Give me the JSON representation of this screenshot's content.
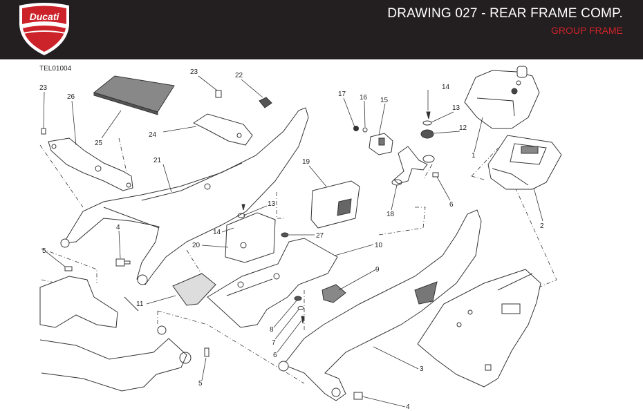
{
  "header": {
    "brand_logo_text": "Ducati",
    "title": "DRAWING 027 - REAR FRAME COMP.",
    "subtitle": "GROUP FRAME"
  },
  "diagram": {
    "drawing_code": "TEL01004",
    "callouts": [
      {
        "id": "c23a",
        "label": "23"
      },
      {
        "id": "c26",
        "label": "26"
      },
      {
        "id": "c25",
        "label": "25"
      },
      {
        "id": "c23b",
        "label": "23"
      },
      {
        "id": "c22",
        "label": "22"
      },
      {
        "id": "c24",
        "label": "24"
      },
      {
        "id": "c21",
        "label": "21"
      },
      {
        "id": "c17",
        "label": "17"
      },
      {
        "id": "c16",
        "label": "16"
      },
      {
        "id": "c15",
        "label": "15"
      },
      {
        "id": "c14a",
        "label": "14"
      },
      {
        "id": "c13a",
        "label": "13"
      },
      {
        "id": "c12",
        "label": "12"
      },
      {
        "id": "c1",
        "label": "1"
      },
      {
        "id": "c19",
        "label": "19"
      },
      {
        "id": "c18",
        "label": "18"
      },
      {
        "id": "c6a",
        "label": "6"
      },
      {
        "id": "c2",
        "label": "2"
      },
      {
        "id": "c13b",
        "label": "13"
      },
      {
        "id": "c14b",
        "label": "14"
      },
      {
        "id": "c20",
        "label": "20"
      },
      {
        "id": "c27",
        "label": "27"
      },
      {
        "id": "c10",
        "label": "10"
      },
      {
        "id": "c4a",
        "label": "4"
      },
      {
        "id": "c5a",
        "label": "5"
      },
      {
        "id": "c9",
        "label": "9"
      },
      {
        "id": "c11",
        "label": "11"
      },
      {
        "id": "c8",
        "label": "8"
      },
      {
        "id": "c7",
        "label": "7"
      },
      {
        "id": "c6b",
        "label": "6"
      },
      {
        "id": "c3",
        "label": "3"
      },
      {
        "id": "c5b",
        "label": "5"
      },
      {
        "id": "c4b",
        "label": "4"
      }
    ]
  },
  "colors": {
    "header_bg": "#231f20",
    "title": "#ffffff",
    "subtitle": "#cc2229",
    "logo_red": "#cc2229",
    "line": "#333333"
  }
}
